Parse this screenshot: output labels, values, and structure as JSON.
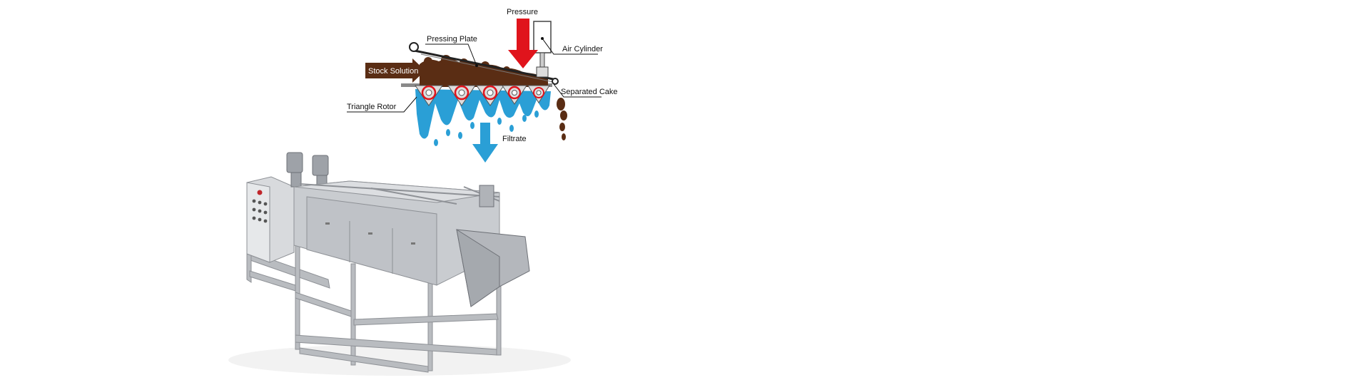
{
  "diagram": {
    "labels": {
      "pressure": "Pressure",
      "pressing_plate": "Pressing Plate",
      "air_cylinder": "Air Cylinder",
      "stock_solution": "Stock Solution",
      "separated_cake": "Separated Cake",
      "triangle_rotor": "Triangle Rotor",
      "filtrate": "Filtrate"
    },
    "colors": {
      "sludge": "#5a2d14",
      "water": "#2a9fd6",
      "pressure_arrow": "#e0141c",
      "rotor_arrow": "#e0141c",
      "machine_steel": "#c9ccd0"
    }
  },
  "product": {
    "icon": "dewatering-machine-photo"
  }
}
